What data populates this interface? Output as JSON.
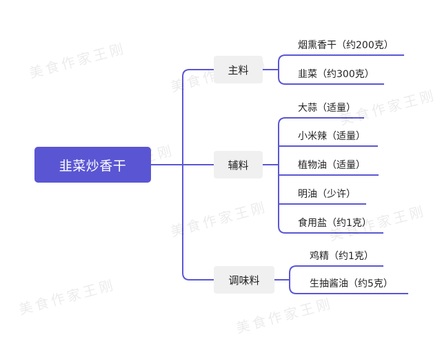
{
  "root": {
    "label": "韭菜炒香干"
  },
  "branches": [
    {
      "label": "主料",
      "items": [
        "烟熏香干（约200克）",
        "韭菜（约300克）"
      ]
    },
    {
      "label": "辅料",
      "items": [
        "大蒜（适量）",
        "小米辣（适量）",
        "植物油（适量）",
        "明油（少许）",
        "食用盐（约1克）"
      ]
    },
    {
      "label": "调味料",
      "items": [
        "鸡精（约1克）",
        "生抽酱油（约5克）"
      ]
    }
  ],
  "watermark": "美食作家王刚",
  "colors": {
    "accent": "#5a56d3",
    "branch_bg": "#f0f0f0",
    "line": "#5a56d3"
  }
}
